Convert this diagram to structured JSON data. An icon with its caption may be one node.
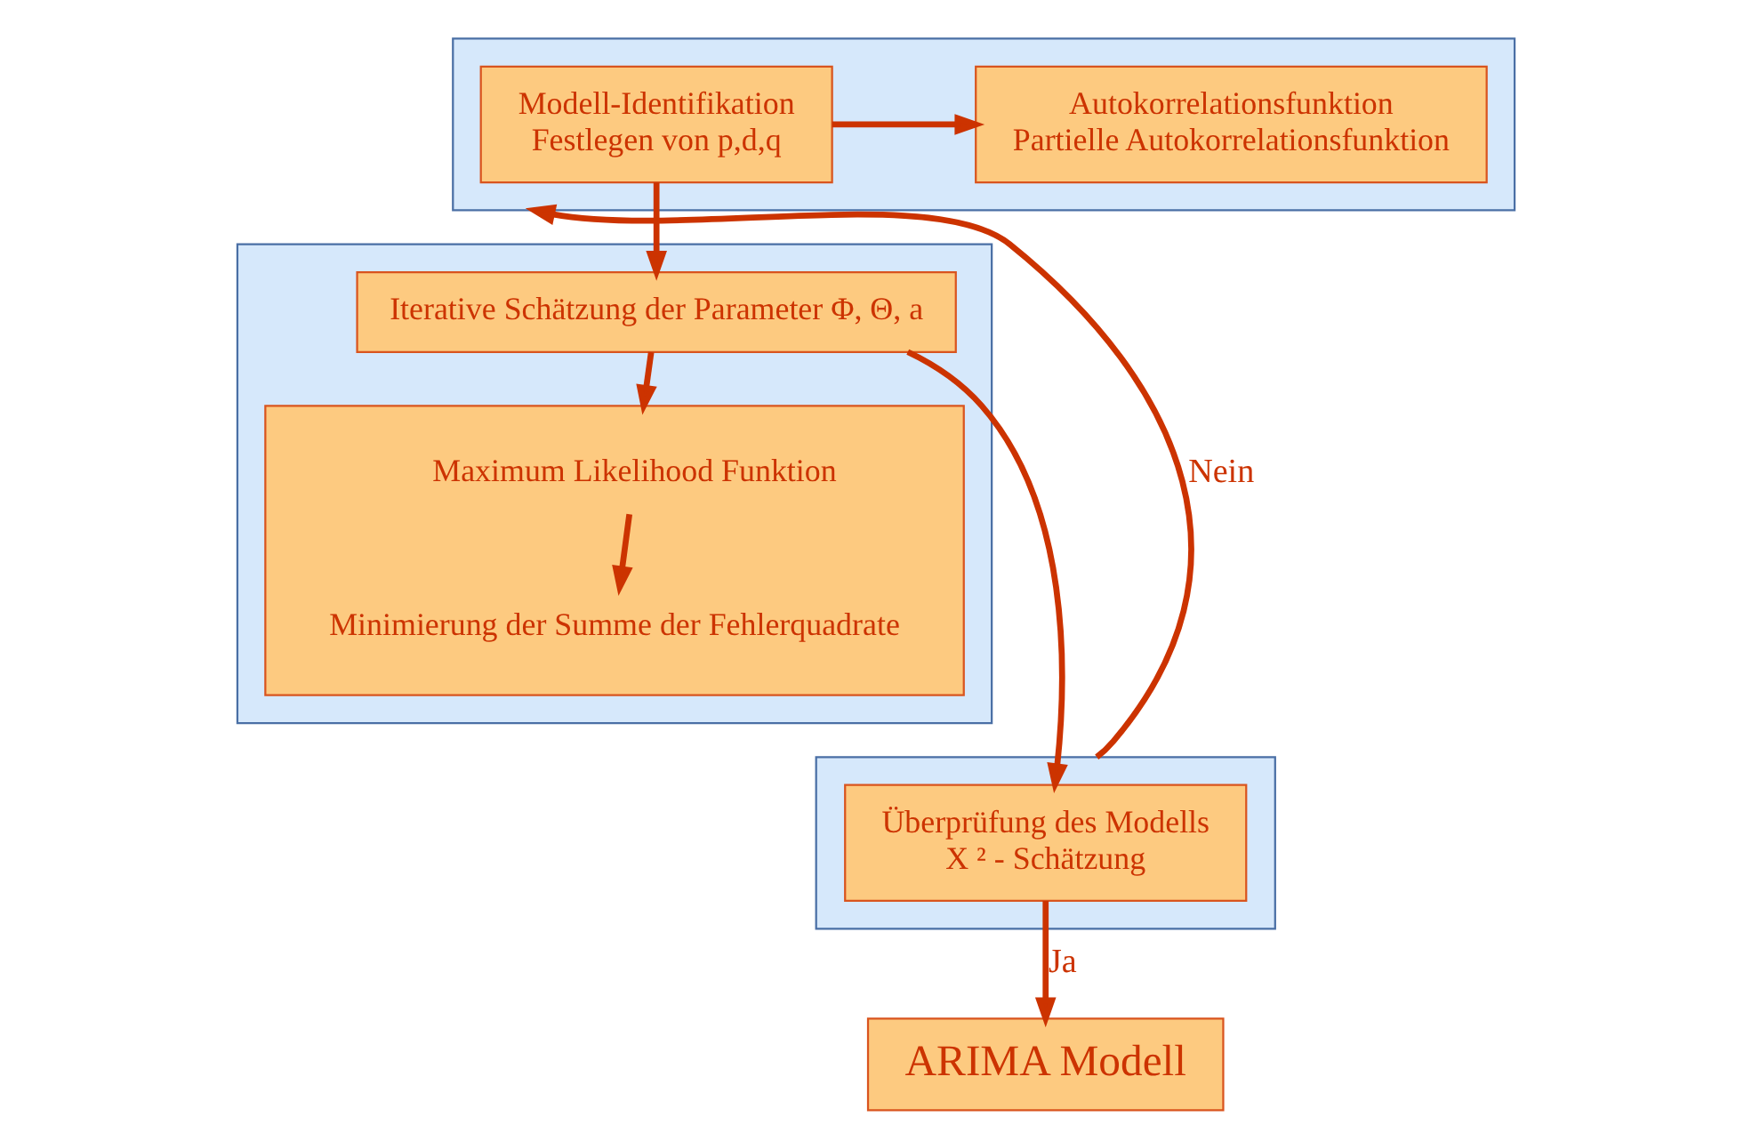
{
  "diagram": {
    "nodes": [
      {
        "text": [],
        "shape": "box"
      },
      {
        "text": [
          "Modell-Identifikation",
          "Festlegen von p,d,q"
        ],
        "in": 0
      },
      {
        "text": [
          "Autokorrelationsfunktion",
          "Partielle Autokorrelationsfunktion"
        ],
        "in": 0
      },
      {
        "text": [],
        "shape": "box"
      },
      {
        "text": [
          "Iterative Schätzung der Parameter Φ, Θ, a"
        ],
        "in": 3
      },
      {
        "text": [],
        "shape": "box",
        "in": 3
      },
      {
        "text": [
          "Maximum Likelihood Funktion"
        ],
        "in": 5
      },
      {
        "text": [
          "Minimierung der Summe der Fehlerquadrate"
        ],
        "in": 5
      },
      {
        "text": [],
        "shape": "box"
      },
      {
        "text": [
          "Überprüfung des Modells",
          "X ² - Schätzung"
        ],
        "in": 8
      },
      {
        "text": [
          "ARIMA Modell"
        ]
      }
    ],
    "edges": [
      {
        "from": 1,
        "to": 2,
        "arrow": "to"
      },
      {
        "from": 1,
        "to": 4,
        "arrow": "to"
      },
      {
        "from": 4,
        "to": 5,
        "arrow": "to"
      },
      {
        "from": 6,
        "to": 7,
        "arrow": "to"
      },
      {
        "from": 4,
        "to": 9,
        "arrow": "to"
      },
      {
        "from": 9,
        "to": 10,
        "arrow": "to",
        "label": "Ja"
      },
      {
        "from": 8,
        "to": 0,
        "arrow": "to",
        "label": "Nein"
      }
    ]
  }
}
